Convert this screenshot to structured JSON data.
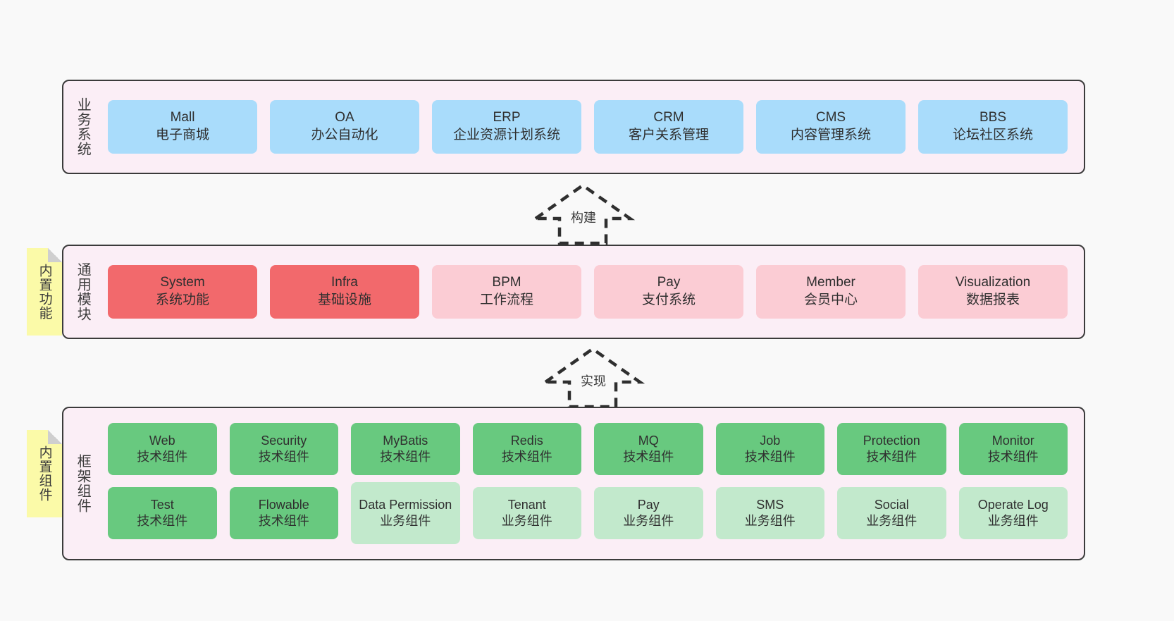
{
  "diagram": {
    "layers": [
      {
        "id": "business",
        "title": "业务系统",
        "cards": [
          {
            "name": "Mall",
            "desc": "电子商城",
            "color": "blue"
          },
          {
            "name": "OA",
            "desc": "办公自动化",
            "color": "blue"
          },
          {
            "name": "ERP",
            "desc": "企业资源计划系统",
            "color": "blue"
          },
          {
            "name": "CRM",
            "desc": "客户关系管理",
            "color": "blue"
          },
          {
            "name": "CMS",
            "desc": "内容管理系统",
            "color": "blue"
          },
          {
            "name": "BBS",
            "desc": "论坛社区系统",
            "color": "blue"
          }
        ]
      },
      {
        "id": "common",
        "title": "通用模块",
        "note": "内置功能",
        "cards": [
          {
            "name": "System",
            "desc": "系统功能",
            "color": "red"
          },
          {
            "name": "Infra",
            "desc": "基础设施",
            "color": "red"
          },
          {
            "name": "BPM",
            "desc": "工作流程",
            "color": "pink"
          },
          {
            "name": "Pay",
            "desc": "支付系统",
            "color": "pink"
          },
          {
            "name": "Member",
            "desc": "会员中心",
            "color": "pink"
          },
          {
            "name": "Visualization",
            "desc": "数据报表",
            "color": "pink"
          }
        ]
      },
      {
        "id": "framework",
        "title": "框架组件",
        "note": "内置组件",
        "rows": [
          [
            {
              "name": "Web",
              "desc": "技术组件",
              "color": "green"
            },
            {
              "name": "Security",
              "desc": "技术组件",
              "color": "green"
            },
            {
              "name": "MyBatis",
              "desc": "技术组件",
              "color": "green"
            },
            {
              "name": "Redis",
              "desc": "技术组件",
              "color": "green"
            },
            {
              "name": "MQ",
              "desc": "技术组件",
              "color": "green"
            },
            {
              "name": "Job",
              "desc": "技术组件",
              "color": "green"
            },
            {
              "name": "Protection",
              "desc": "技术组件",
              "color": "green"
            },
            {
              "name": "Monitor",
              "desc": "技术组件",
              "color": "green"
            }
          ],
          [
            {
              "name": "Test",
              "desc": "技术组件",
              "color": "green"
            },
            {
              "name": "Flowable",
              "desc": "技术组件",
              "color": "green"
            },
            {
              "name": "Data Permission",
              "desc": "业务组件",
              "color": "lgreen",
              "tall": true
            },
            {
              "name": "Tenant",
              "desc": "业务组件",
              "color": "lgreen"
            },
            {
              "name": "Pay",
              "desc": "业务组件",
              "color": "lgreen"
            },
            {
              "name": "SMS",
              "desc": "业务组件",
              "color": "lgreen"
            },
            {
              "name": "Social",
              "desc": "业务组件",
              "color": "lgreen"
            },
            {
              "name": "Operate Log",
              "desc": "业务组件",
              "color": "lgreen"
            }
          ]
        ]
      }
    ],
    "arrows": [
      {
        "id": "build",
        "label": "构建"
      },
      {
        "id": "impl",
        "label": "实现"
      }
    ]
  }
}
